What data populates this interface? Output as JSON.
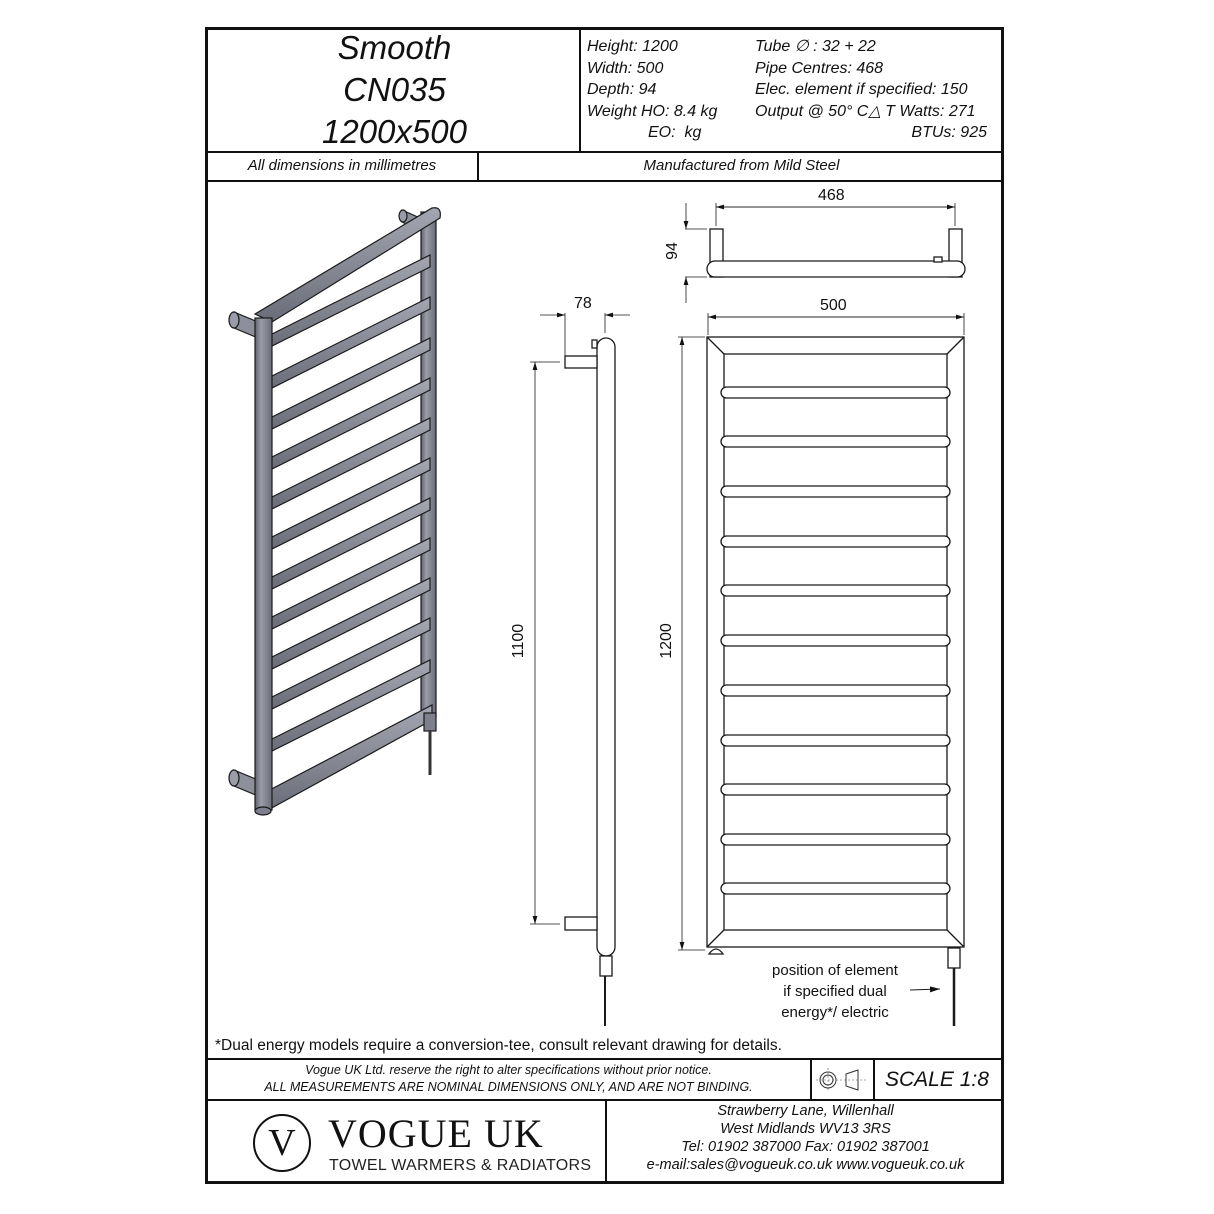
{
  "title_block": {
    "product_name": "Smooth",
    "model_code": "CN035",
    "size": "1200x500",
    "units_note": "All dimensions in millimetres",
    "material_note": "Manufactured from Mild Steel"
  },
  "specs": {
    "left": [
      "Height: 1200",
      "Width: 500",
      "Depth: 94",
      "Weight HO: 8.4 kg",
      "EO:  kg"
    ],
    "right": [
      "Tube ∅ : 32 + 22",
      "Pipe Centres: 468",
      "Elec. element if specified: 150",
      "Output @ 50° C△ T Watts: 271",
      "BTUs: 925"
    ]
  },
  "drawing": {
    "top_view": {
      "pipe_centres_label": "468",
      "depth_label": "94"
    },
    "front_view": {
      "width_label": "500",
      "height_label": "1200",
      "bar_count": 11
    },
    "side_view": {
      "offset_label": "78",
      "bracket_height_label": "1100"
    },
    "isometric_view": {
      "bar_count": 11,
      "color": "#7d7f8c"
    },
    "element_note": [
      "position of element",
      "if specified dual",
      "energy*/ electric"
    ]
  },
  "footnote": "*Dual energy models require a conversion-tee, consult relevant drawing for details.",
  "disclaimer": {
    "line1": "Vogue UK Ltd. reserve the right to alter specifications without prior notice.",
    "line2": "ALL MEASUREMENTS ARE NOMINAL DIMENSIONS ONLY, AND ARE NOT BINDING."
  },
  "projection_icon": "third-angle-projection-icon",
  "scale": "SCALE 1:8",
  "company": {
    "logo_letter": "V",
    "name": "VOGUE UK",
    "tagline": "TOWEL WARMERS & RADIATORS",
    "address_line1": "Strawberry Lane, Willenhall",
    "address_line2": "West Midlands WV13 3RS",
    "phone_fax": "Tel: 01902 387000  Fax: 01902 387001",
    "email_web": "e-mail:sales@vogueuk.co.uk  www.vogueuk.co.uk"
  }
}
